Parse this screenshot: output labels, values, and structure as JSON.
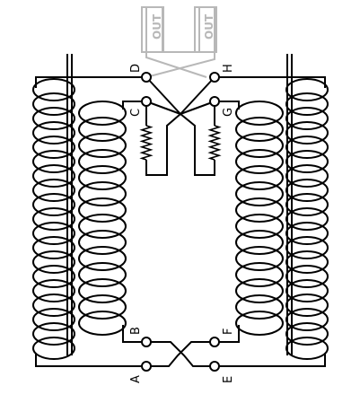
{
  "terminals": {
    "a": "A",
    "b": "B",
    "c": "C",
    "d": "D",
    "e": "E",
    "f": "F",
    "g": "G",
    "h": "H"
  },
  "output": {
    "left": "OUT",
    "right": "OUT"
  },
  "colors": {
    "ink": "#000000",
    "output_wire": "#b8b8b8"
  }
}
